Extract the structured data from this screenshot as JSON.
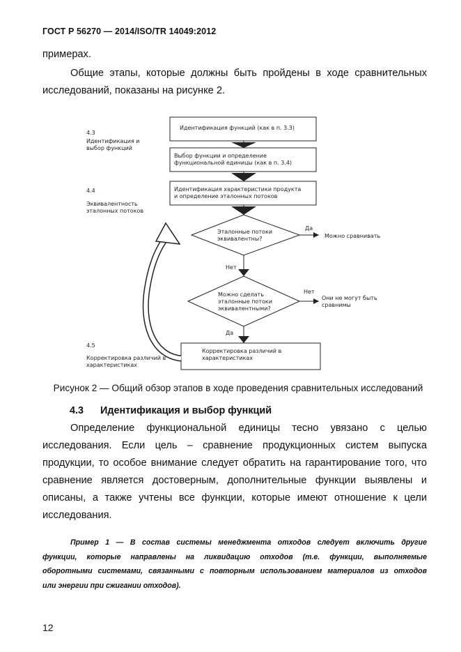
{
  "header": {
    "title": "ГОСТ Р 56270 — 2014/ISO/TR 14049:2012"
  },
  "body": {
    "para0": "примерах.",
    "para1_line1": "Общие этапы, которые должны быть пройдены в ходе сравнительных",
    "para1_line2": "исследований, показаны на рисунке 2."
  },
  "figure": {
    "side_labels": {
      "ref_4_3": "4.3",
      "label_4_3": "Идентификация и\nвыбор функций",
      "ref_4_4": "4.4",
      "label_4_4": "Эквивалентность\nэталонных потоков",
      "ref_4_5": "4.5",
      "label_4_5": "Корректировка различий в\nхарактеристиках"
    },
    "boxes": {
      "box1": "Идентификация функций (как в п. 3.3)",
      "box2": "Выбор функции и определение\nфункциональной единицы (как в п. 3.4)",
      "box3": "Идентификация характеристики продукта\nи определение эталонных потоков",
      "box4": "Корректировка различий в\nхарактеристиках"
    },
    "decisions": {
      "d1": "Эталонные потоки\nэквивалентны?",
      "d2": "Можно сделать\nэталонные потоки\nэквивалентными?"
    },
    "branches": {
      "d1_yes": "Да",
      "d1_no": "Нет",
      "d2_no": "Нет",
      "d2_yes": "Да"
    },
    "outcomes": {
      "can_compare": "Можно сравнивать",
      "cannot_compare": "Они не могут быть\nсравнимы"
    }
  },
  "caption": "Рисунок 2 — Общий обзор этапов в ходе проведения сравнительных исследований",
  "section": {
    "number": "4.3",
    "title": "Идентификация и выбор функций"
  },
  "para2": {
    "line1": "Определение функциональной единицы тесно увязано с целью",
    "line2": "исследования. Если цель – сравнение продукционных систем выпуска",
    "line3": "продукции, то особое внимание следует обратить на гарантирование того, что",
    "line4": "сравнение является достоверным, дополнительные функции выявлены и",
    "line5": "описаны, а также учтены все функции, которые имеют отношение к цели",
    "line6": "исследования."
  },
  "example": {
    "line1": "Пример 1 — В состав системы менеджмента отходов следует включить другие",
    "line2": "функции, которые направлены на ликвидацию отходов (т.е. функции, выполняемые",
    "line3": "оборотными системами, связанными с повторным использованием материалов из отходов",
    "line4": "или энергии при сжигании отходов)."
  },
  "page_number": "12"
}
